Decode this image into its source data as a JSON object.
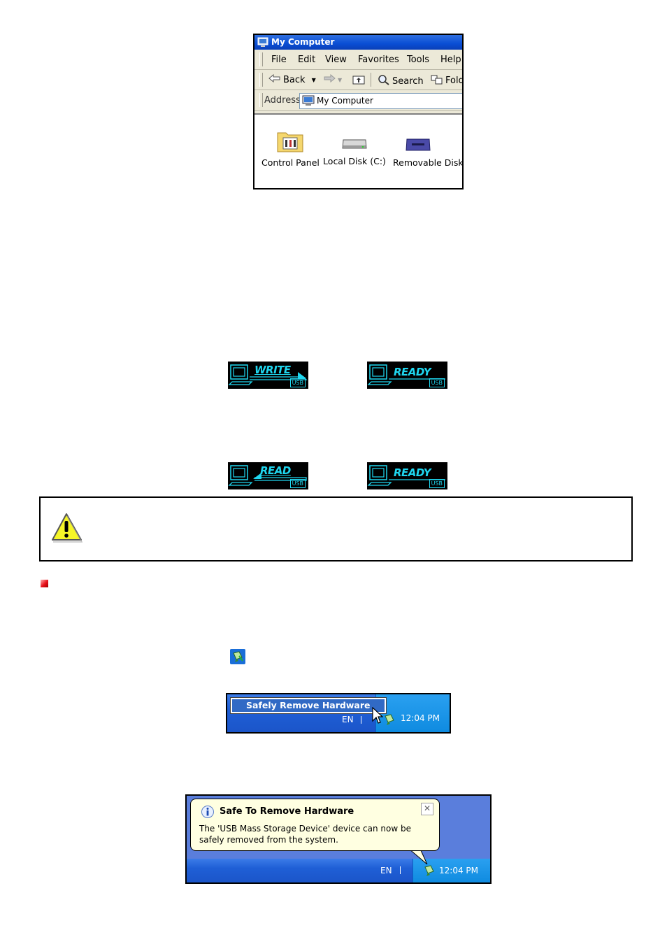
{
  "my_computer": {
    "title": "My Computer",
    "menu": [
      "File",
      "Edit",
      "View",
      "Favorites",
      "Tools",
      "Help"
    ],
    "toolbar": {
      "back": "Back",
      "search": "Search",
      "folders": "Fold"
    },
    "address_label": "Address",
    "address_value": "My Computer",
    "icons": [
      {
        "label": "Control Panel",
        "icon": "control-panel-icon"
      },
      {
        "label": "Local Disk (C:)",
        "icon": "hard-disk-icon"
      },
      {
        "label": "Removable Disk (F:)",
        "icon": "removable-disk-icon",
        "selected": true
      }
    ]
  },
  "lcd_screens": [
    {
      "word": "WRITE",
      "usb": "USB"
    },
    {
      "word": "READY",
      "usb": "USB"
    },
    {
      "word": "READ",
      "usb": "USB"
    },
    {
      "word": "READY",
      "usb": "USB"
    }
  ],
  "colors": {
    "lcd_cyan": "#1fd7f0",
    "xp_blue": "#0a4ed4",
    "tray_blue": "#0f8be0",
    "selection": "#316ac5",
    "bullet_red": "#e8101a"
  },
  "taskbar1": {
    "menu_item": "Safely Remove Hardware",
    "lang": "EN",
    "time": "12:04 PM"
  },
  "taskbar2": {
    "balloon_title": "Safe To Remove Hardware",
    "balloon_body": "The 'USB Mass Storage Device' device can now be safely removed from the system.",
    "close_glyph": "✕",
    "lang": "EN",
    "time": "12:04 PM"
  }
}
